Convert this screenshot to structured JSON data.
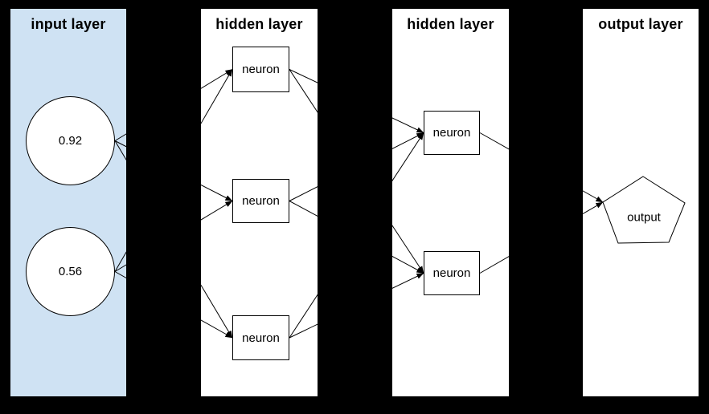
{
  "diagram": {
    "colors": {
      "background": "#000000",
      "input_panel_fill": "#cfe2f3",
      "panel_fill": "#ffffff",
      "node_fill": "#ffffff",
      "stroke": "#000000"
    },
    "layers": [
      {
        "id": "input",
        "title": "input layer",
        "nodes": [
          {
            "id": "i1",
            "shape": "circle",
            "label": "0.92"
          },
          {
            "id": "i2",
            "shape": "circle",
            "label": "0.56"
          }
        ]
      },
      {
        "id": "hidden1",
        "title": "hidden layer",
        "nodes": [
          {
            "id": "h1a",
            "shape": "rect",
            "label": "neuron"
          },
          {
            "id": "h1b",
            "shape": "rect",
            "label": "neuron"
          },
          {
            "id": "h1c",
            "shape": "rect",
            "label": "neuron"
          }
        ]
      },
      {
        "id": "hidden2",
        "title": "hidden layer",
        "nodes": [
          {
            "id": "h2a",
            "shape": "rect",
            "label": "neuron"
          },
          {
            "id": "h2b",
            "shape": "rect",
            "label": "neuron"
          }
        ]
      },
      {
        "id": "output",
        "title": "output layer",
        "nodes": [
          {
            "id": "o1",
            "shape": "pentagon",
            "label": "output"
          }
        ]
      }
    ],
    "edges": [
      [
        "i1",
        "h1a"
      ],
      [
        "i1",
        "h1b"
      ],
      [
        "i1",
        "h1c"
      ],
      [
        "i2",
        "h1a"
      ],
      [
        "i2",
        "h1b"
      ],
      [
        "i2",
        "h1c"
      ],
      [
        "h1a",
        "h2a"
      ],
      [
        "h1a",
        "h2b"
      ],
      [
        "h1b",
        "h2a"
      ],
      [
        "h1b",
        "h2b"
      ],
      [
        "h1c",
        "h2a"
      ],
      [
        "h1c",
        "h2b"
      ],
      [
        "h2a",
        "o1"
      ],
      [
        "h2b",
        "o1"
      ]
    ]
  }
}
